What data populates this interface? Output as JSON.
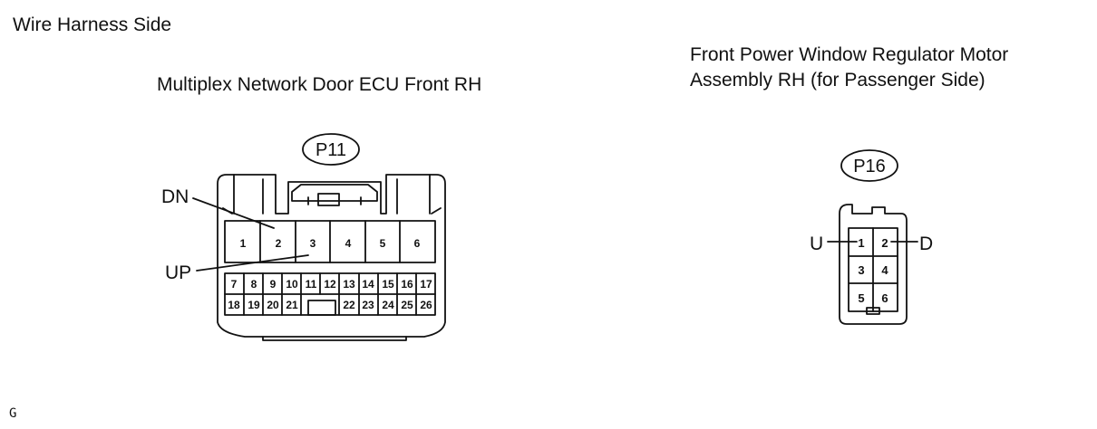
{
  "header": {
    "title": "Wire Harness Side",
    "footer_code": "G"
  },
  "connector_p11": {
    "code": "P11",
    "name": "Multiplex Network Door ECU Front RH",
    "top_row": [
      "1",
      "2",
      "3",
      "4",
      "5",
      "6"
    ],
    "mid_row": [
      "7",
      "8",
      "9",
      "10",
      "11",
      "12",
      "13",
      "14",
      "15",
      "16",
      "17"
    ],
    "bottom_row_left": [
      "18",
      "19",
      "20",
      "21"
    ],
    "bottom_row_right": [
      "22",
      "23",
      "24",
      "25",
      "26"
    ],
    "callouts": {
      "dn": "DN",
      "up": "UP"
    }
  },
  "connector_p16": {
    "code": "P16",
    "name_line1": "Front Power Window Regulator Motor",
    "name_line2": "Assembly RH (for Passenger Side)",
    "pins": [
      "1",
      "2",
      "3",
      "4",
      "5",
      "6"
    ],
    "callouts": {
      "u": "U",
      "d": "D"
    }
  }
}
